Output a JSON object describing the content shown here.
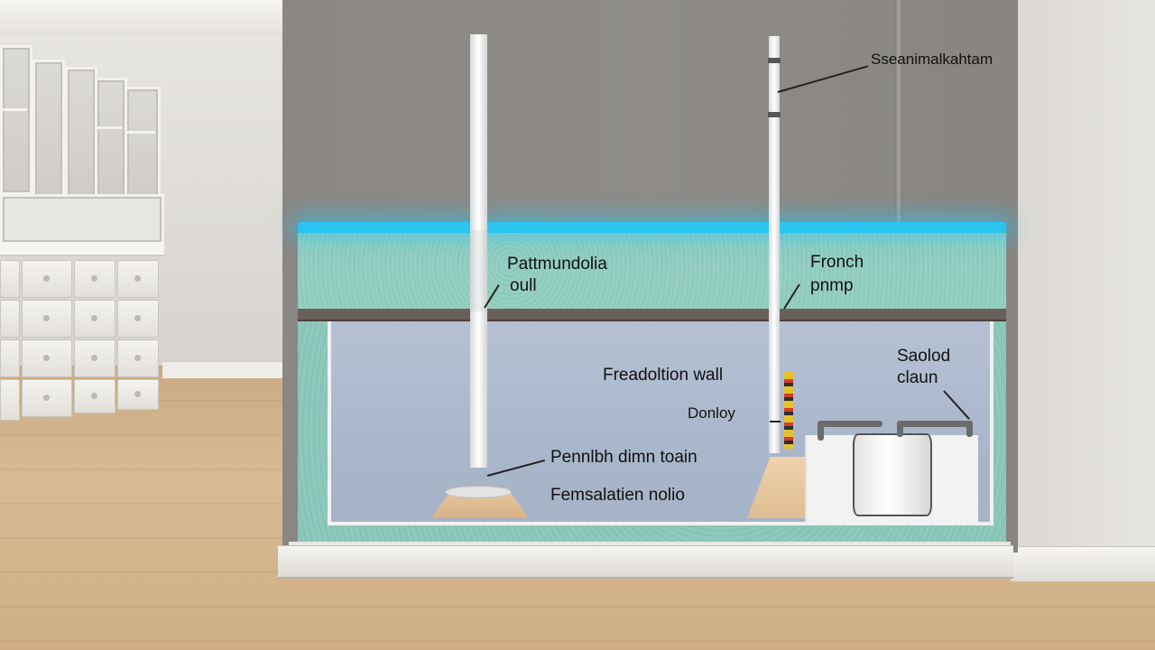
{
  "labels": {
    "top_right": "Sseanimalkahtam",
    "perimeter_line1": "Pattmundolia",
    "perimeter_line2": "oull",
    "french_line1": "Fronch",
    "french_line2": "pnmp",
    "sealed_line1": "Saolod",
    "sealed_line2": "claun",
    "foundation_wall": "Freadoltion wall",
    "small_note": "Donloy",
    "drain_label": "Pennlbh dimn toain",
    "foundation_note": "Femsalatien nolio"
  },
  "colors": {
    "water_line": "#29c4f0",
    "foundation": "#92ccbf",
    "wall": "#8a8784"
  }
}
